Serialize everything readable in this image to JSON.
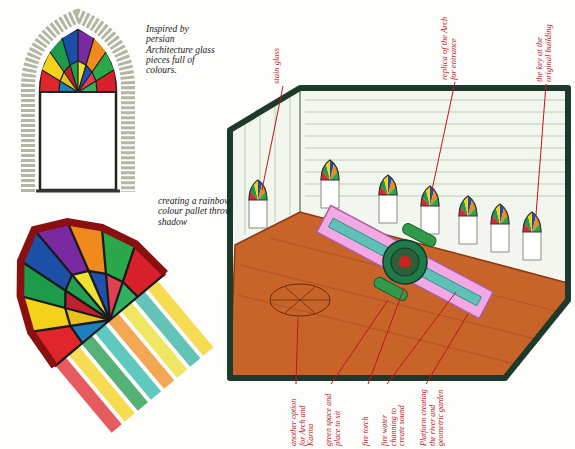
{
  "diagram": {
    "labels": [
      "Inspired by persian Architecture glass pieces full of colours.",
      "creating a rainbow colour pallet throw shadow",
      "stain glass",
      "replica of the Arch for entrance",
      "the key at the original building",
      "another option for Arch and Karma",
      "green space and place to sit",
      "fire torch",
      "fire water channing to create sound",
      "Platform creating the river and geometric garden"
    ]
  }
}
